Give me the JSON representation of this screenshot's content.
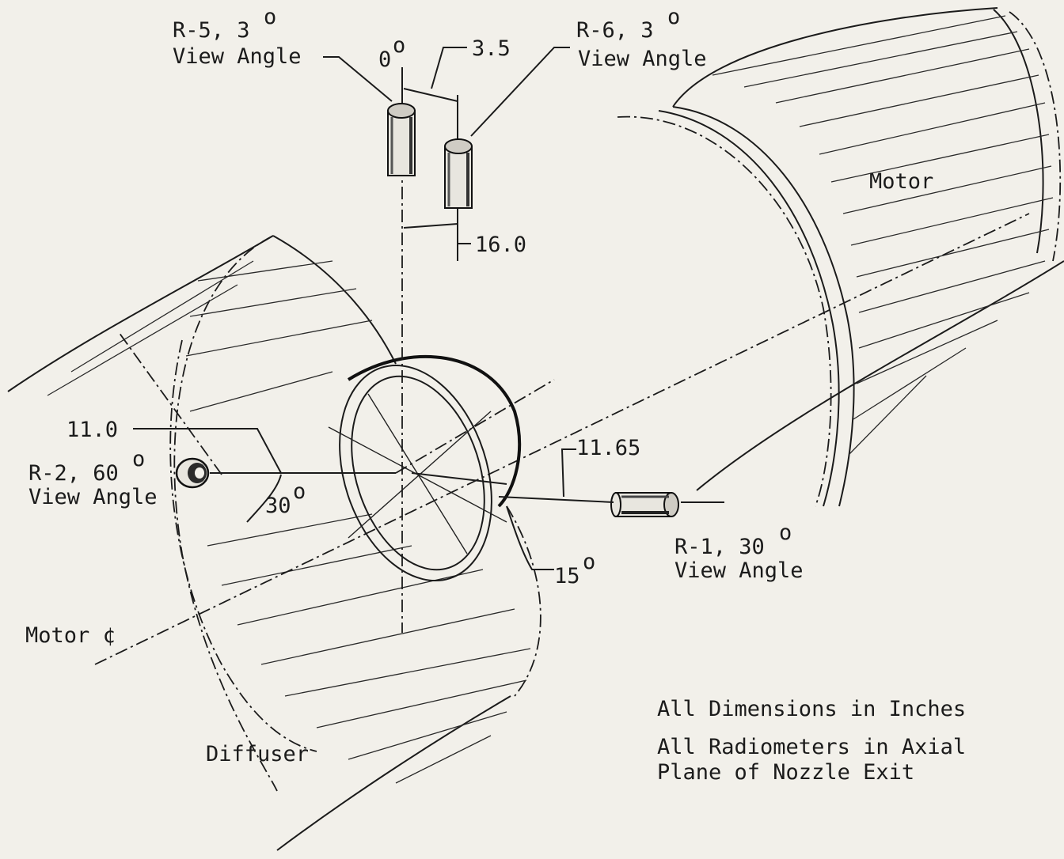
{
  "labels": {
    "r5_line1": "R-5, 3",
    "r5_line2": "View Angle",
    "r6_line1": "R-6, 3",
    "r6_line2": "View Angle",
    "zero_angle": "0",
    "dim_3_5": "3.5",
    "motor": "Motor",
    "dim_16_0": "16.0",
    "dim_11_0": "11.0",
    "r2_line1": "R-2, 60",
    "r2_line2": "View Angle",
    "angle_30": "30",
    "dim_11_65": "11.65",
    "r1_line1": "R-1, 30",
    "r1_line2": "View Angle",
    "angle_15": "15",
    "motor_centerline": "Motor ¢",
    "diffuser": "Diffuser",
    "degree_mark": "o"
  },
  "notes": {
    "line1": "All Dimensions in Inches",
    "line2": "All Radiometers in Axial",
    "line3": "Plane of Nozzle Exit"
  }
}
